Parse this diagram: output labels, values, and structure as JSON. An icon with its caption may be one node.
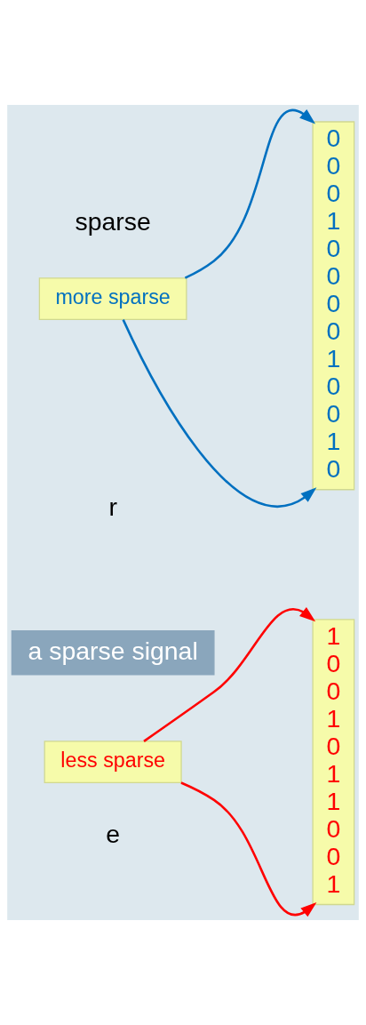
{
  "diagram": {
    "nodes": [
      {
        "text": [
          "1",
          "0",
          "0",
          "1",
          "0",
          "1",
          "1",
          "0",
          "0",
          "1"
        ]
      },
      {
        "text": [
          "0",
          "0",
          "0",
          "1",
          "0",
          "0",
          "0",
          "0",
          "1",
          "0",
          "0",
          "1",
          "0"
        ]
      },
      {
        "text": [
          "less sparse"
        ]
      },
      {
        "text": [
          "a sparse signal"
        ]
      },
      {
        "text": [
          "more sparse"
        ]
      }
    ],
    "edges": [
      {
        "from": 2,
        "to": 0,
        "arrow": "to",
        "color": "#ff0000"
      },
      {
        "from": 2,
        "to": 0,
        "arrow": "to",
        "color": "#ff0000"
      },
      {
        "from": 4,
        "to": 1,
        "arrow": "to",
        "color": "#0070c0"
      },
      {
        "from": 4,
        "to": 1,
        "arrow": "to",
        "color": "#0070c0"
      }
    ],
    "labels": [
      "e",
      "r",
      "sparse"
    ]
  }
}
